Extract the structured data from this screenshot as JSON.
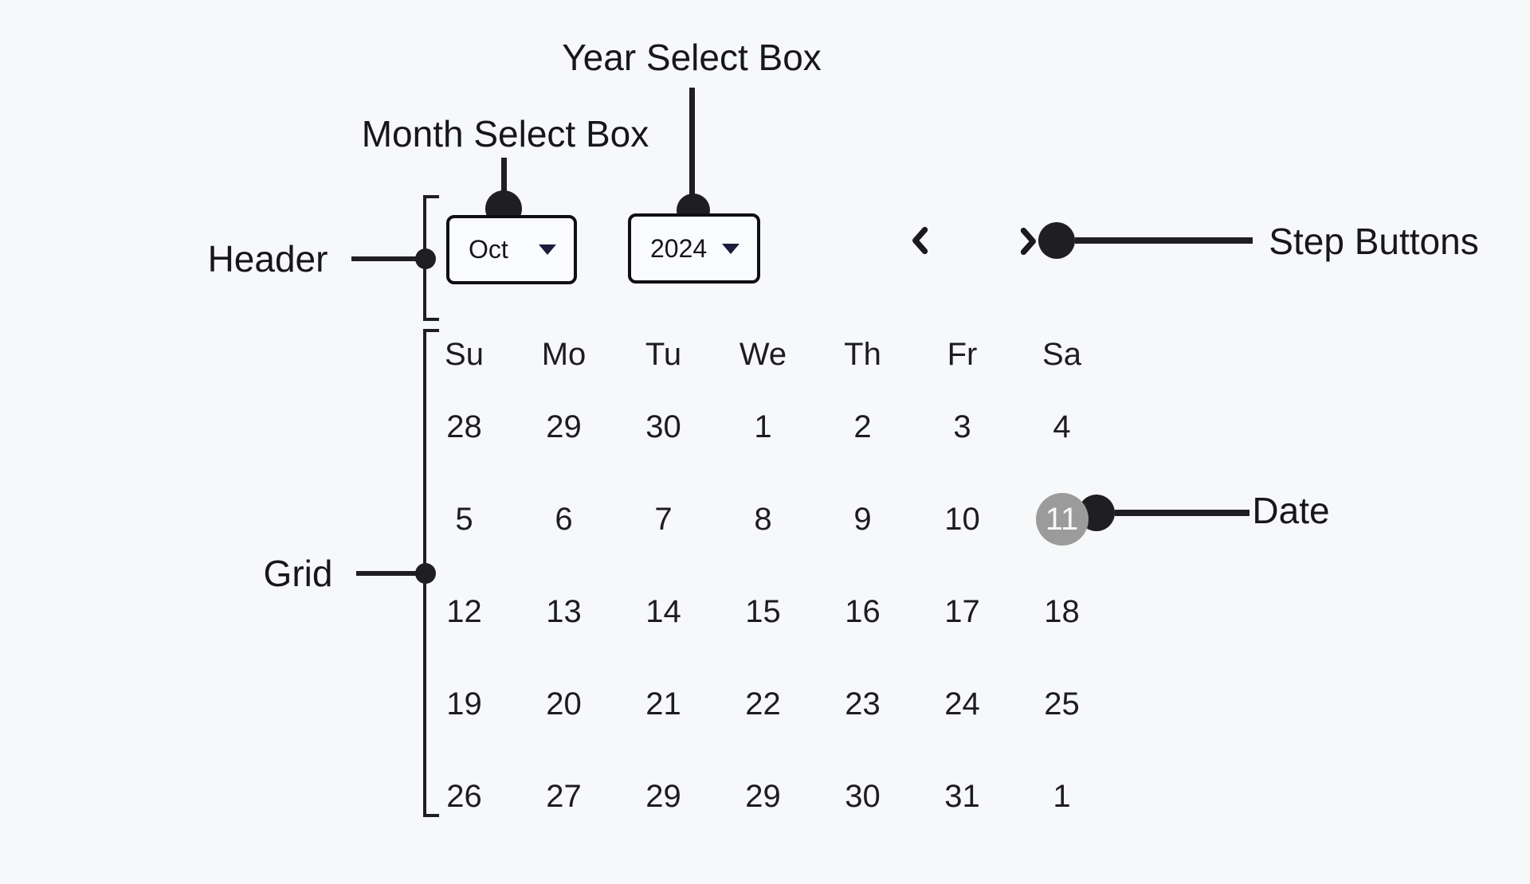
{
  "page": {
    "background_color": "#f7f8fa",
    "annotation_ink_color": "#1f1f23"
  },
  "annotations": {
    "year_select": "Year Select Box",
    "month_select": "Month Select Box",
    "header": "Header",
    "grid": "Grid",
    "step_buttons": "Step Buttons",
    "date": "Date"
  },
  "calendar": {
    "month_value": "Oct",
    "year_value": "2024",
    "weekdays": [
      "Su",
      "Mo",
      "Tu",
      "We",
      "Th",
      "Fr",
      "Sa"
    ],
    "grid": [
      [
        "28",
        "29",
        "30",
        "1",
        "2",
        "3",
        "4"
      ],
      [
        "5",
        "6",
        "7",
        "8",
        "9",
        "10",
        "11"
      ],
      [
        "12",
        "13",
        "14",
        "15",
        "16",
        "17",
        "18"
      ],
      [
        "19",
        "20",
        "21",
        "22",
        "23",
        "24",
        "25"
      ],
      [
        "26",
        "27",
        "29",
        "29",
        "30",
        "31",
        "1"
      ]
    ],
    "selected_date": {
      "value": "11",
      "weekday": "Sa",
      "circle_color": "#9b9b9b",
      "text_color": "#f7f7f9"
    },
    "icons": {
      "prev": "chevron-left",
      "next": "chevron-right",
      "select_caret": "caret-down",
      "caret_color": "#1e1b3d"
    }
  }
}
